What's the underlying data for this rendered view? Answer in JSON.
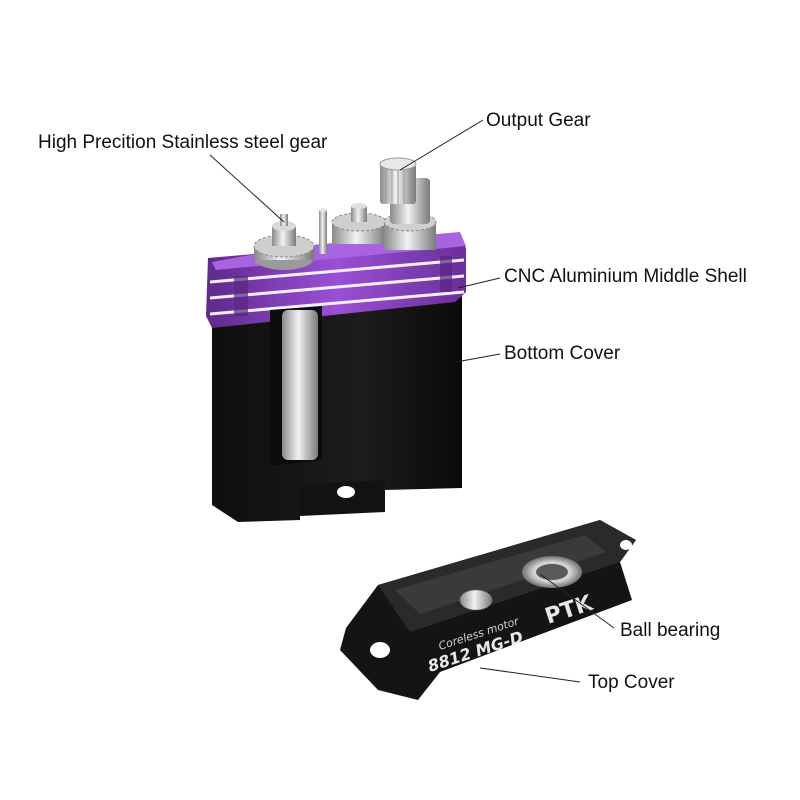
{
  "callouts": {
    "gear": "High Precition Stainless steel gear",
    "output_gear": "Output Gear",
    "middle_shell": "CNC Aluminium Middle Shell",
    "bottom_cover": "Bottom Cover",
    "ball_bearing": "Ball bearing",
    "top_cover": "Top Cover"
  },
  "product_marking": {
    "brand": "PTK",
    "model": "8812 MG-D",
    "motor": "Coreless motor"
  },
  "colors": {
    "shell_purple": "#8b3fc4",
    "body_black": "#161616",
    "steel": "#c8c8c8"
  }
}
